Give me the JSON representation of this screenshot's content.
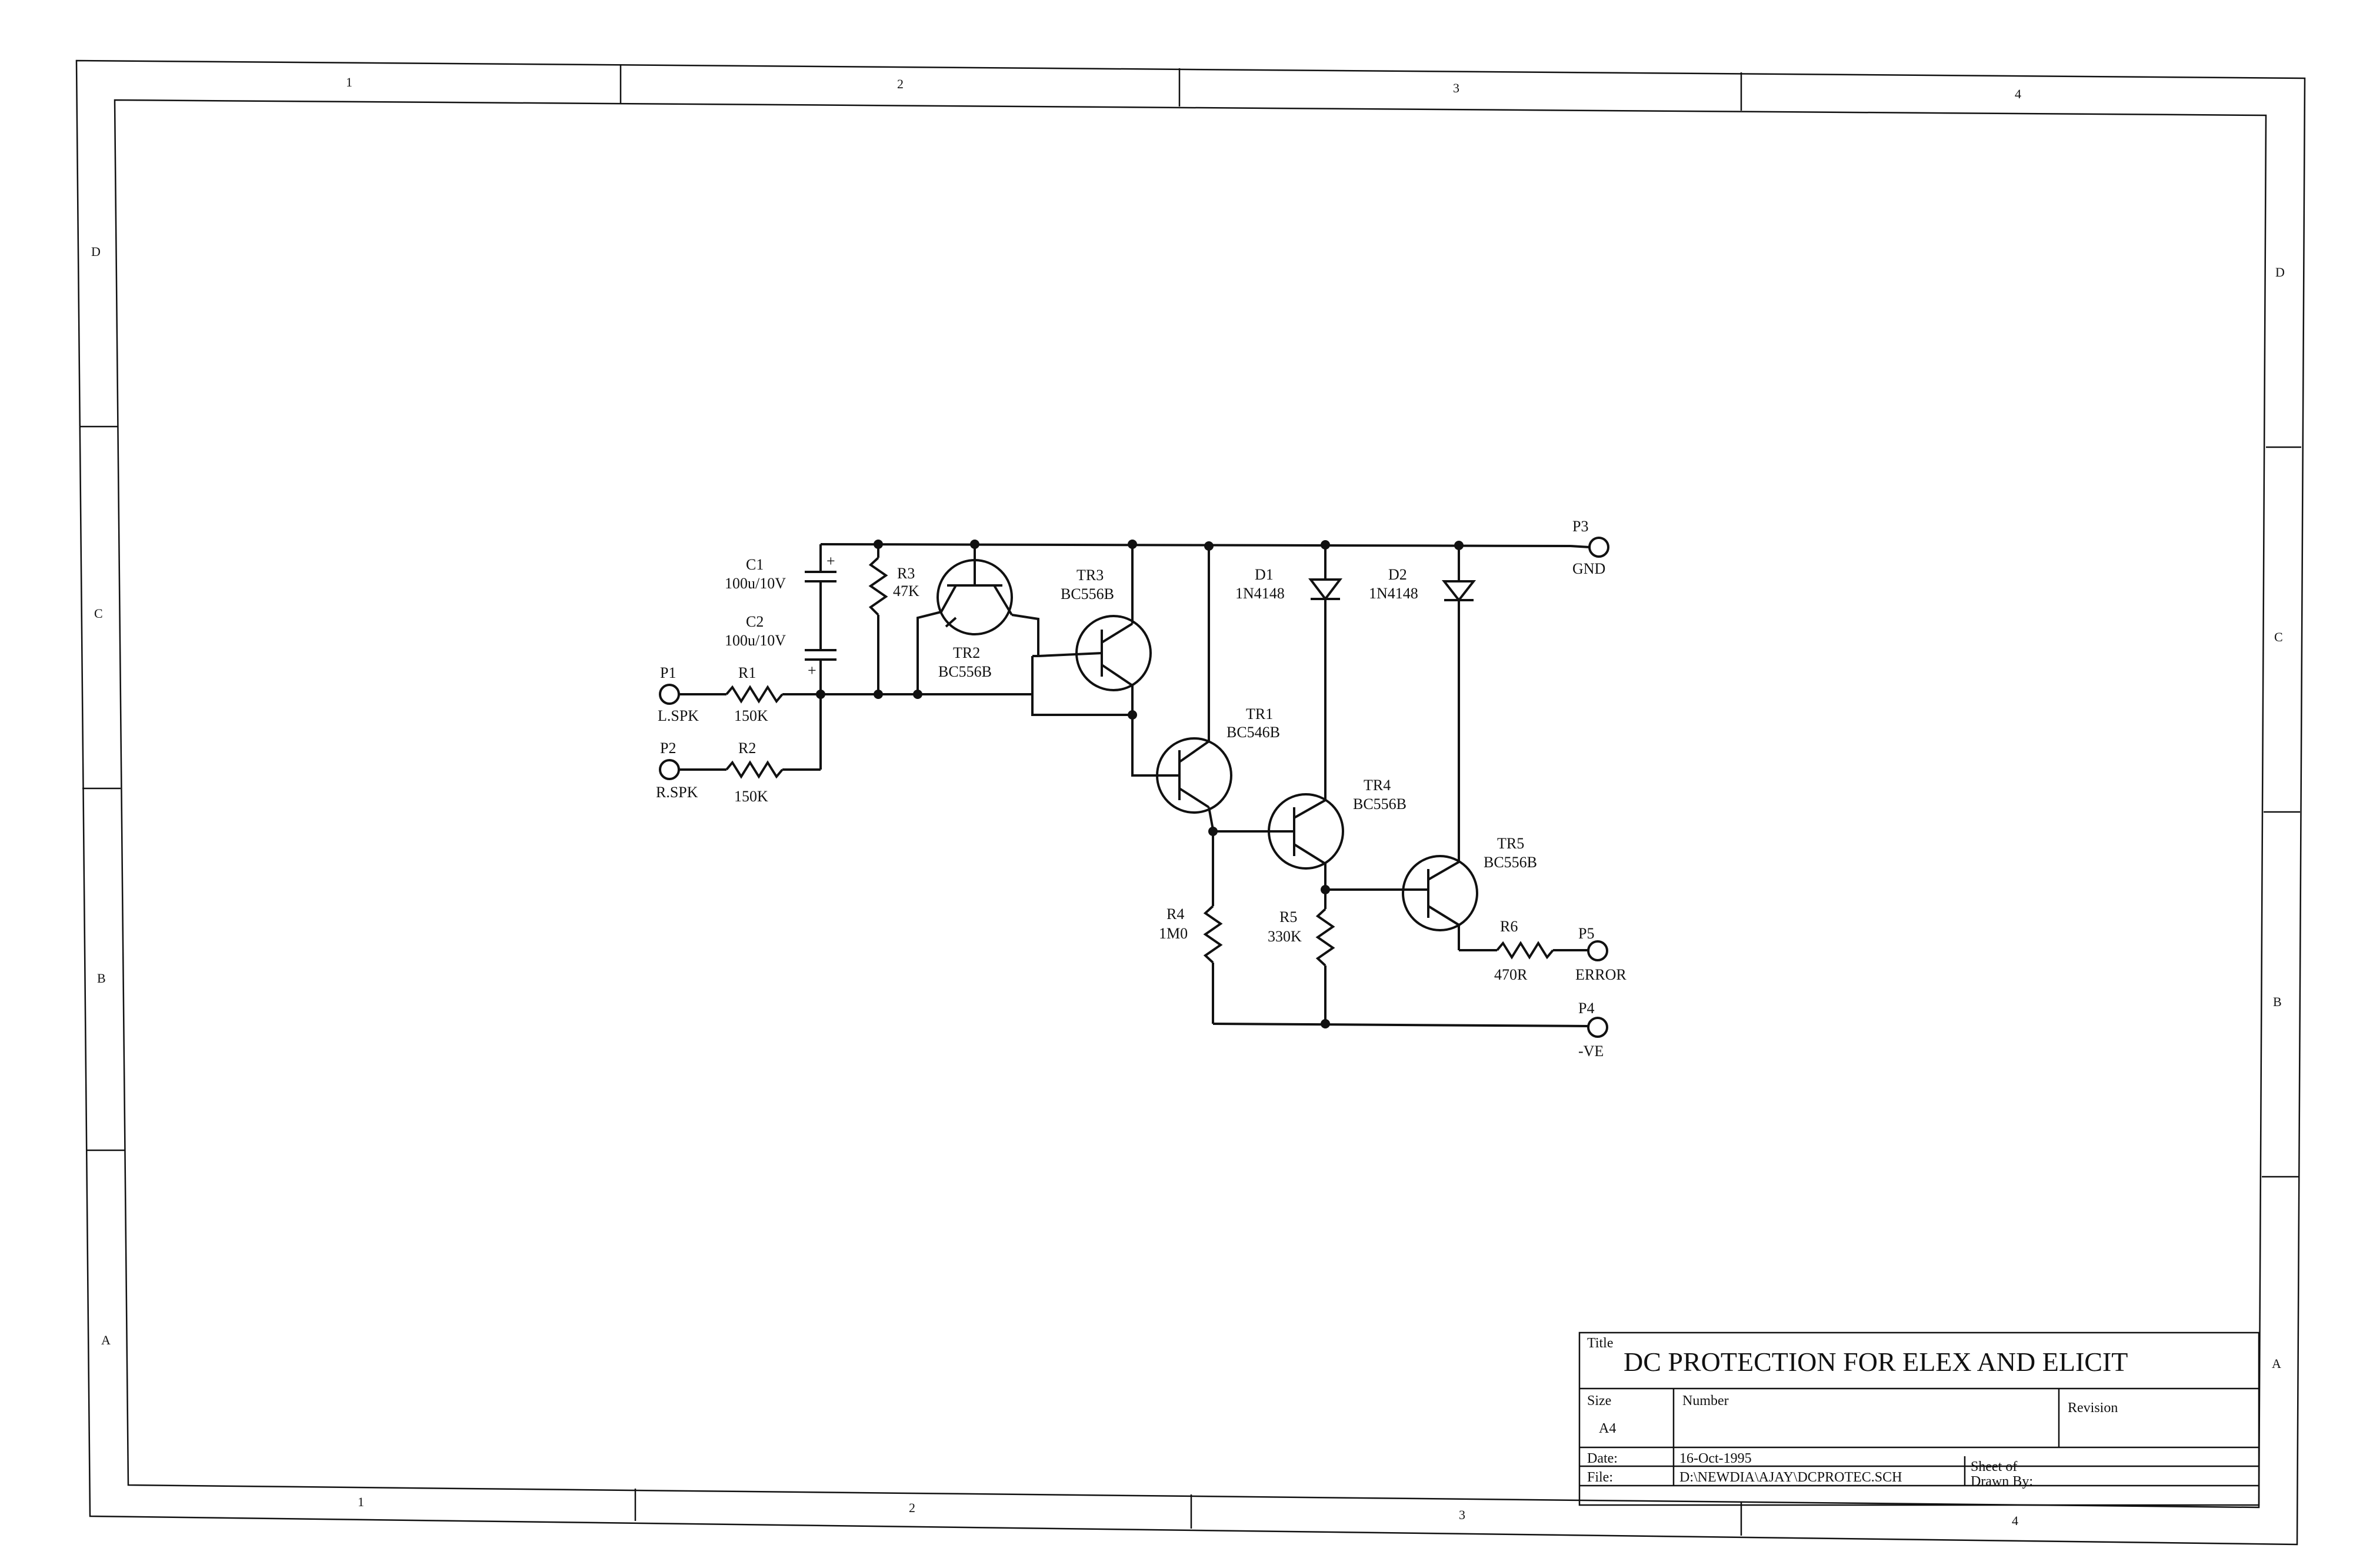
{
  "title_block": {
    "title_label": "Title",
    "title": "DC PROTECTION FOR ELEX AND ELICIT",
    "size_label": "Size",
    "size": "A4",
    "number_label": "Number",
    "revision_label": "Revision",
    "date_label": "Date:",
    "date": "16-Oct-1995",
    "file_label": "File:",
    "file": "D:\\NEWDIA\\AJAY\\DCPROTEC.SCH",
    "sheet_label": "Sheet   of",
    "drawn_by_label": "Drawn By:"
  },
  "border": {
    "columns": [
      "1",
      "2",
      "3",
      "4"
    ],
    "rows": [
      "D",
      "C",
      "B",
      "A"
    ]
  },
  "ports": {
    "p1": {
      "ref": "P1",
      "name": "L.SPK"
    },
    "p2": {
      "ref": "P2",
      "name": "R.SPK"
    },
    "p3": {
      "ref": "P3",
      "name": "GND"
    },
    "p4": {
      "ref": "P4",
      "name": "-VE"
    },
    "p5": {
      "ref": "P5",
      "name": "ERROR"
    }
  },
  "components": {
    "c1": {
      "ref": "C1",
      "value": "100u/10V"
    },
    "c2": {
      "ref": "C2",
      "value": "100u/10V"
    },
    "r1": {
      "ref": "R1",
      "value": "150K"
    },
    "r2": {
      "ref": "R2",
      "value": "150K"
    },
    "r3": {
      "ref": "R3",
      "value": "47K"
    },
    "r4": {
      "ref": "R4",
      "value": "1M0"
    },
    "r5": {
      "ref": "R5",
      "value": "330K"
    },
    "r6": {
      "ref": "R6",
      "value": "470R"
    },
    "d1": {
      "ref": "D1",
      "value": "1N4148"
    },
    "d2": {
      "ref": "D2",
      "value": "1N4148"
    },
    "tr1": {
      "ref": "TR1",
      "value": "BC546B"
    },
    "tr2": {
      "ref": "TR2",
      "value": "BC556B"
    },
    "tr3": {
      "ref": "TR3",
      "value": "BC556B"
    },
    "tr4": {
      "ref": "TR4",
      "value": "BC556B"
    },
    "tr5": {
      "ref": "TR5",
      "value": "BC556B"
    }
  },
  "polarity": {
    "plus": "+"
  }
}
